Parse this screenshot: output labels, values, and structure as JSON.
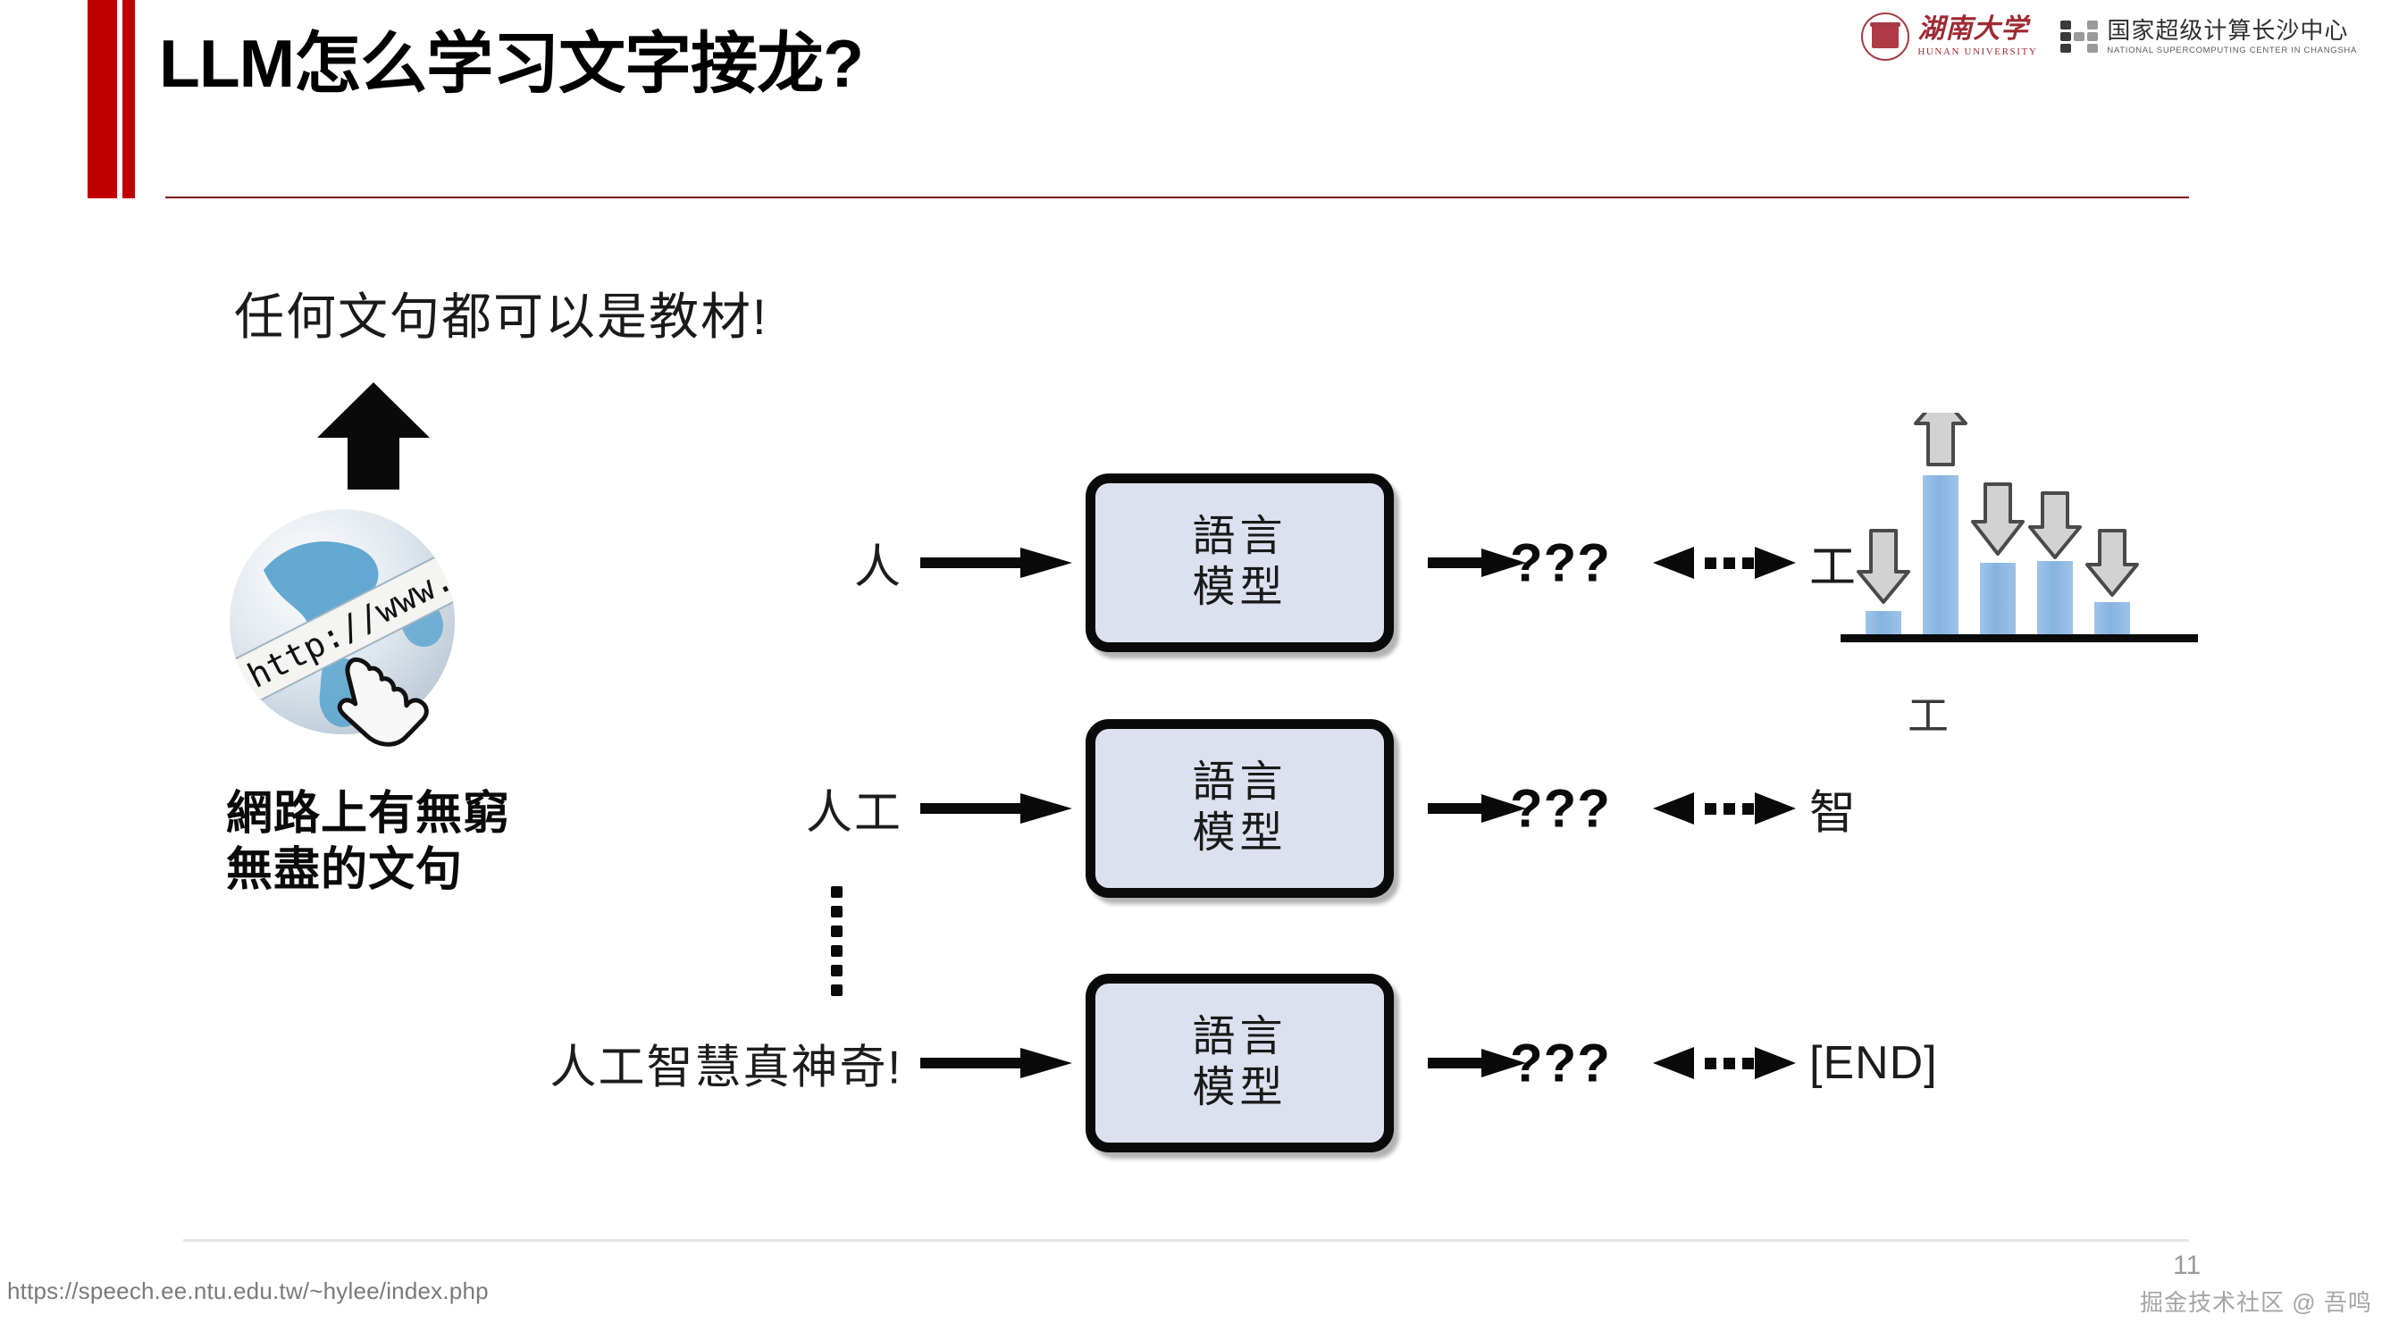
{
  "header": {
    "title": "LLM怎么学习文字接龙?",
    "accent_color": "#c00000",
    "rule_color": "#7b1418"
  },
  "logos": {
    "hunan_university": {
      "icon": "university-seal-icon",
      "name_cn": "湖南大学",
      "name_en": "HUNAN UNIVERSITY",
      "color": "#9f2a32"
    },
    "supercomputing_center": {
      "icon": "dot-matrix-icon",
      "name_cn": "国家超级计算长沙中心",
      "name_en": "NATIONAL SUPERCOMPUTING CENTER IN CHANGSHA",
      "color": "#2f2f2f"
    }
  },
  "illustration": {
    "top_caption": "任何文句都可以是教材!",
    "up_arrow_icon": "up-arrow-icon",
    "globe_icon": "globe-www-icon",
    "globe_banner_text": "http://www.",
    "cursor_icon": "hand-cursor-icon",
    "bottom_caption_line1": "網路上有無窮",
    "bottom_caption_line2": "無盡的文句"
  },
  "flow": {
    "model_label_line1": "語言",
    "model_label_line2": "模型",
    "question_marks": "???",
    "box_fill": "#dde0ee",
    "box_border": "#0a0a0a",
    "rows": [
      {
        "input": "人",
        "target": "工"
      },
      {
        "input": "人工",
        "target": "智"
      },
      {
        "input": "人工智慧真神奇!",
        "target": "[END]"
      }
    ],
    "ellipsis_icon": "vertical-ellipsis-icon"
  },
  "chart_data": {
    "type": "bar",
    "title": "",
    "categories": [
      "",
      "工",
      "",
      "",
      ""
    ],
    "values": [
      18,
      100,
      48,
      50,
      22
    ],
    "xlabel": "工",
    "ylabel": "",
    "ylim": [
      0,
      115
    ],
    "grid": false,
    "bar_color": "#8ab4e0",
    "annotations": [
      {
        "category_index": 0,
        "marker": "down-arrow-icon",
        "direction": "down"
      },
      {
        "category_index": 1,
        "marker": "up-arrow-icon",
        "direction": "up"
      },
      {
        "category_index": 2,
        "marker": "down-arrow-icon",
        "direction": "down"
      },
      {
        "category_index": 3,
        "marker": "down-arrow-icon",
        "direction": "down"
      },
      {
        "category_index": 4,
        "marker": "down-arrow-icon",
        "direction": "down"
      }
    ],
    "baseline_color": "#0a0a0a",
    "arrow_fill": "#d2d2d2",
    "arrow_stroke": "#4a4a4a"
  },
  "footer": {
    "url": "https://speech.ee.ntu.edu.tw/~hylee/index.php",
    "page_number": "11",
    "watermark": "掘金技术社区 @ 吾鸣"
  }
}
